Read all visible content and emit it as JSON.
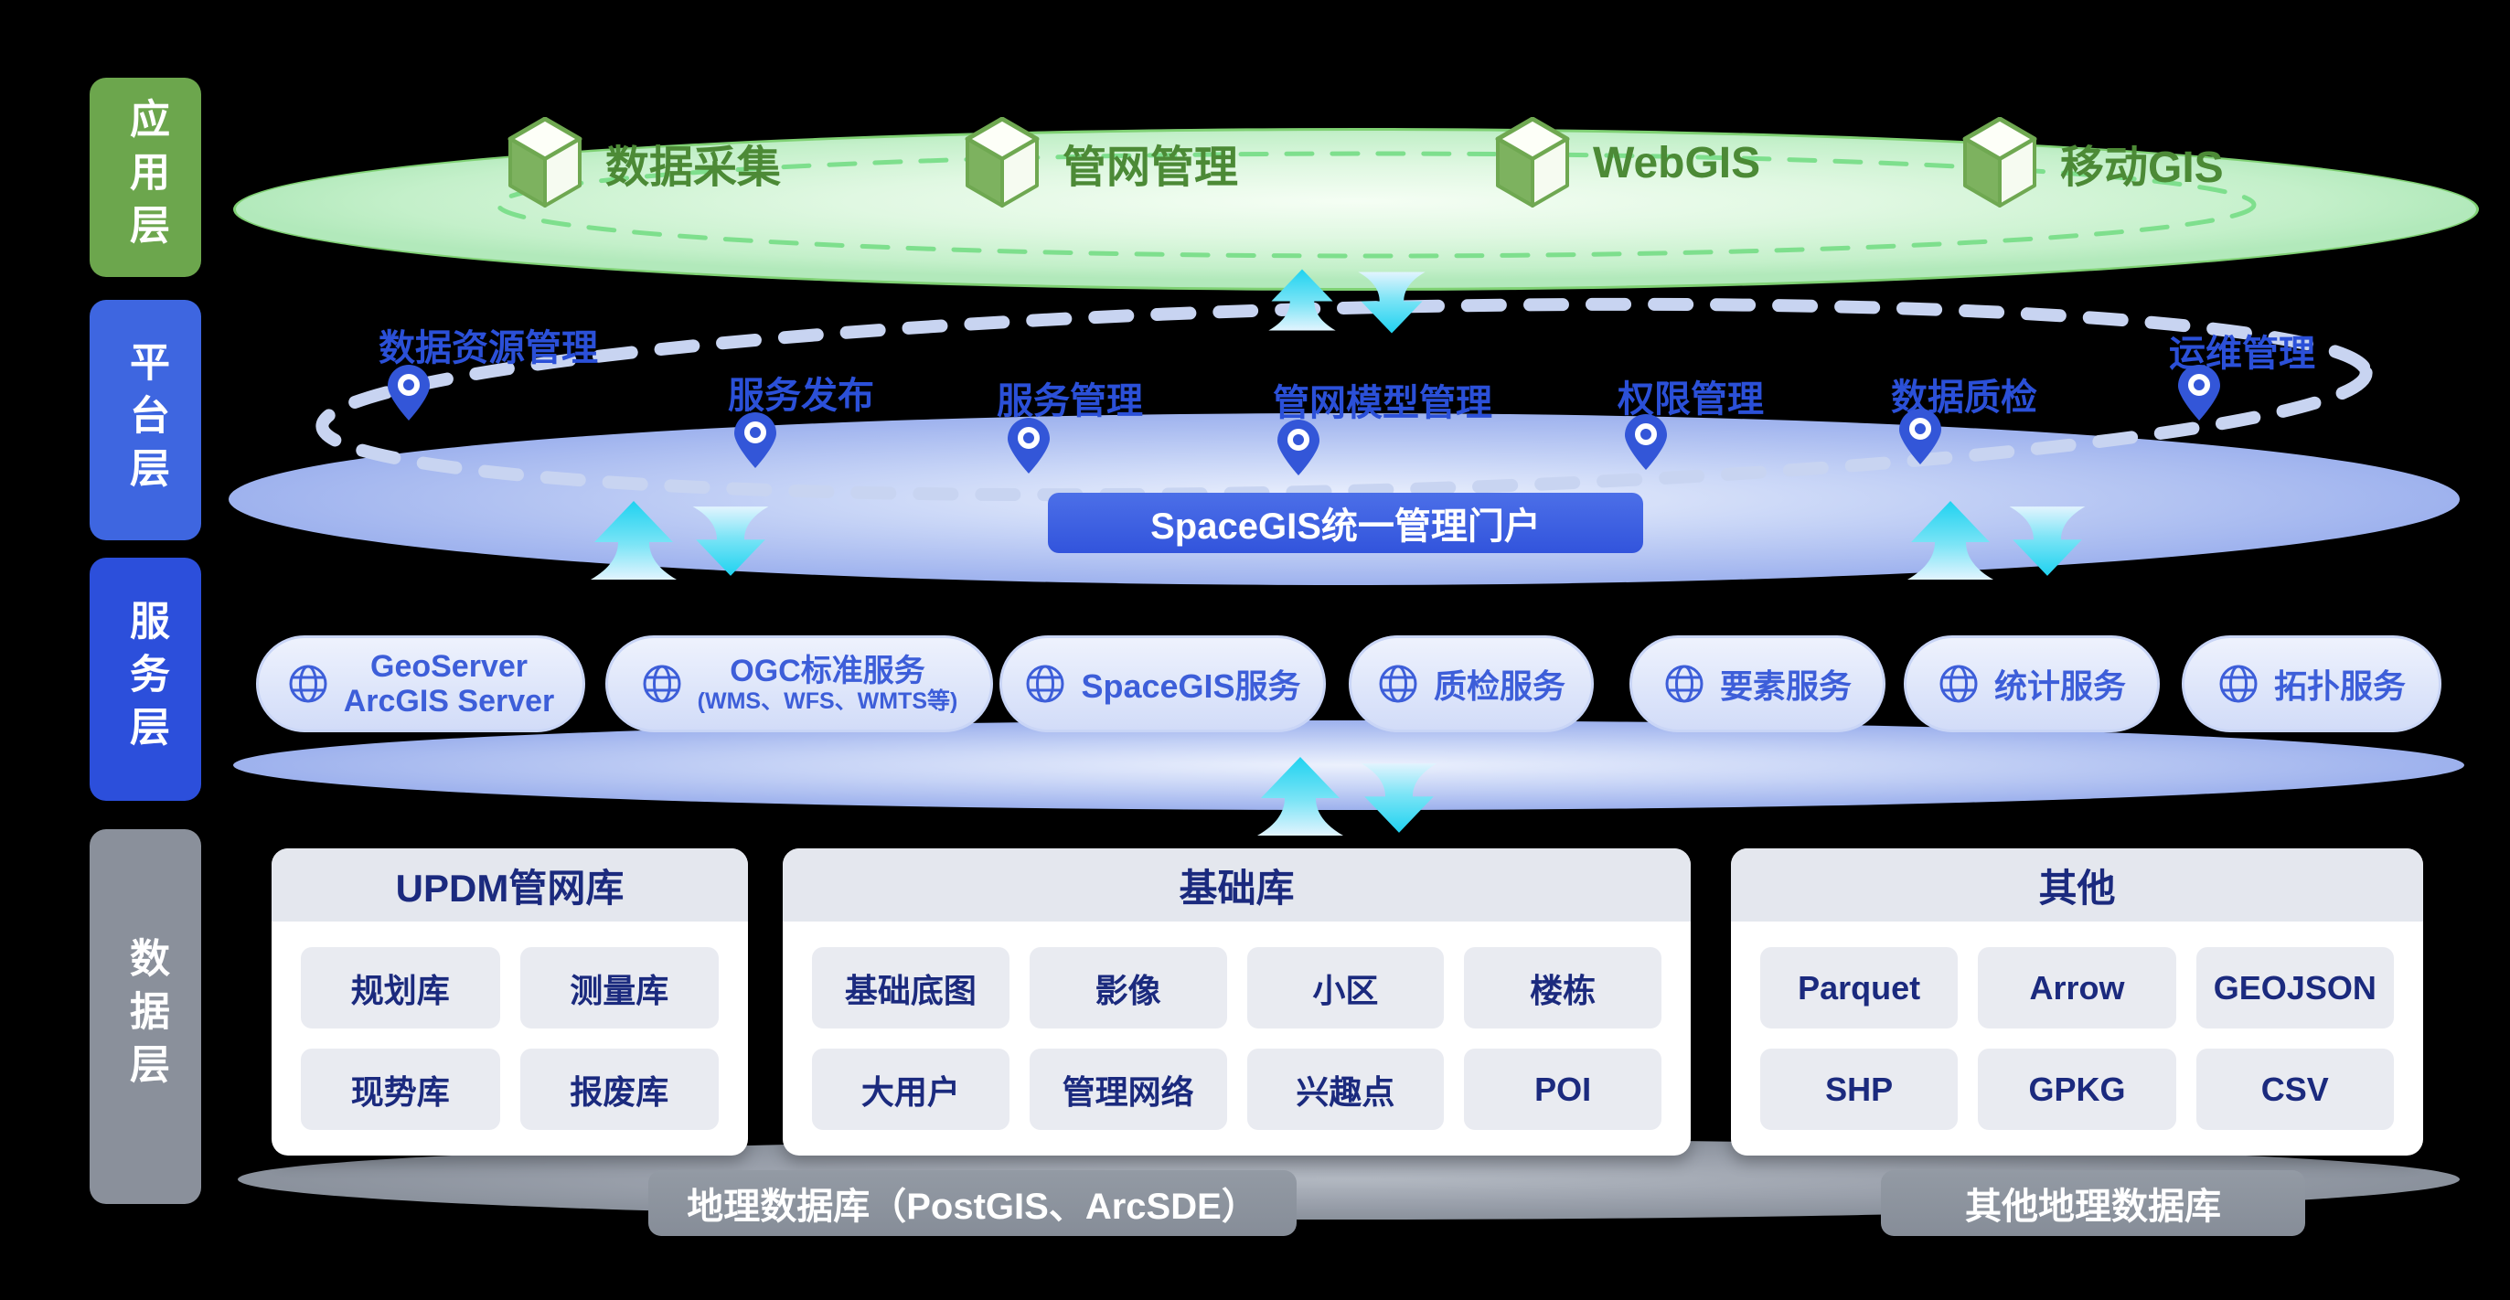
{
  "layer_labels": {
    "app": "应用层",
    "platform": "平台层",
    "service": "服务层",
    "data": "数据层"
  },
  "app_layer": {
    "items": [
      {
        "icon": "cube-icon",
        "label": "数据采集"
      },
      {
        "icon": "cube-icon",
        "label": "管网管理"
      },
      {
        "icon": "cube-icon",
        "label": "WebGIS"
      },
      {
        "icon": "cube-icon",
        "label": "移动GIS"
      }
    ]
  },
  "platform_layer": {
    "functions": [
      {
        "icon": "location-pin-icon",
        "label": "数据资源管理"
      },
      {
        "icon": "location-pin-icon",
        "label": "服务发布"
      },
      {
        "icon": "location-pin-icon",
        "label": "服务管理"
      },
      {
        "icon": "location-pin-icon",
        "label": "管网模型管理"
      },
      {
        "icon": "location-pin-icon",
        "label": "权限管理"
      },
      {
        "icon": "location-pin-icon",
        "label": "数据质检"
      },
      {
        "icon": "location-pin-icon",
        "label": "运维管理"
      }
    ],
    "portal": {
      "label": "SpaceGIS统一管理门户"
    }
  },
  "service_layer": {
    "services": [
      {
        "icon": "globe-icon",
        "lines": [
          "GeoServer",
          "ArcGIS Server"
        ]
      },
      {
        "icon": "globe-icon",
        "lines": [
          "OGC标准服务",
          "(WMS、WFS、WMTS等)"
        ]
      },
      {
        "icon": "globe-icon",
        "lines": [
          "SpaceGIS服务"
        ]
      },
      {
        "icon": "globe-icon",
        "lines": [
          "质检服务"
        ]
      },
      {
        "icon": "globe-icon",
        "lines": [
          "要素服务"
        ]
      },
      {
        "icon": "globe-icon",
        "lines": [
          "统计服务"
        ]
      },
      {
        "icon": "globe-icon",
        "lines": [
          "拓扑服务"
        ]
      }
    ]
  },
  "data_layer": {
    "cards": [
      {
        "title": "UPDM管网库",
        "cells": [
          "规划库",
          "测量库",
          "现势库",
          "报废库"
        ]
      },
      {
        "title": "基础库",
        "cells": [
          "基础底图",
          "影像",
          "小区",
          "楼栋",
          "大用户",
          "管理网络",
          "兴趣点",
          "POI"
        ]
      },
      {
        "title": "其他",
        "cells": [
          "Parquet",
          "Arrow",
          "GEOJSON",
          "SHP",
          "GPKG",
          "CSV"
        ]
      }
    ],
    "storage_bars": [
      {
        "label": "地理数据库（PostGIS、ArcSDE）"
      },
      {
        "label": "其他地理数据库"
      }
    ]
  },
  "colors": {
    "app_layer_green": "#6CA64D",
    "platform_layer_blue": "#3E66E0",
    "service_layer_blue": "#2C4FDB",
    "data_layer_gray": "#8A909B",
    "app_text_green": "#4C8A36",
    "platform_text_blue": "#2B50D8",
    "pill_text_blue": "#3D5ED9",
    "card_text_navy": "#1B2A7E",
    "portal_bg_blue": "#3D5FE0",
    "arrow_cyan": "#2ED9F2",
    "storage_bar_gray": "#8A9099"
  }
}
